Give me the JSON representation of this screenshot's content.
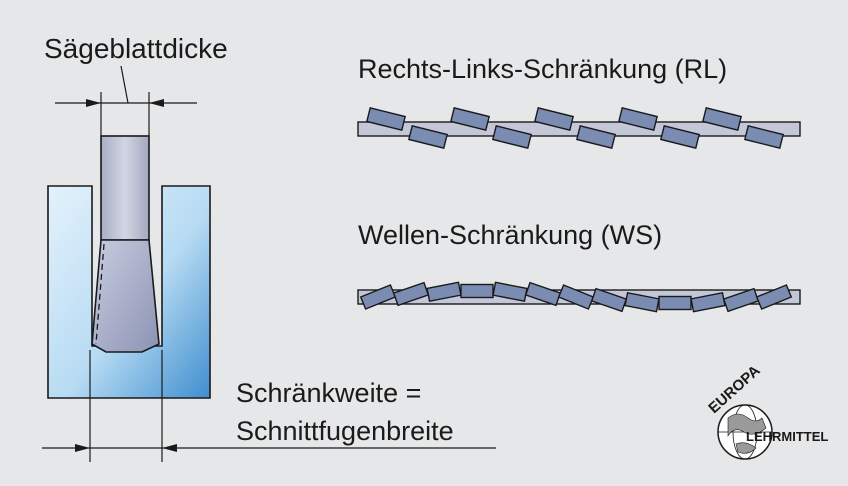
{
  "labels": {
    "blade_thickness": "Sägeblattdicke",
    "rl_title": "Rechts-Links-Schränkung (RL)",
    "ws_title": "Wellen-Schränkung (WS)",
    "kerf_line1": "Schränkweite =",
    "kerf_line2": "Schnittfugenbreite"
  },
  "logo": {
    "text_top": "EUROPA",
    "text_side": "LEHRMITTEL"
  },
  "colors": {
    "background": "#e6e7e8",
    "workpiece_light": "#d6ecfa",
    "workpiece_dark": "#3d8ccc",
    "blade_fill": "#c0c4d6",
    "tooth_fill": "#7a8cb2",
    "line": "#1a1a1a"
  }
}
